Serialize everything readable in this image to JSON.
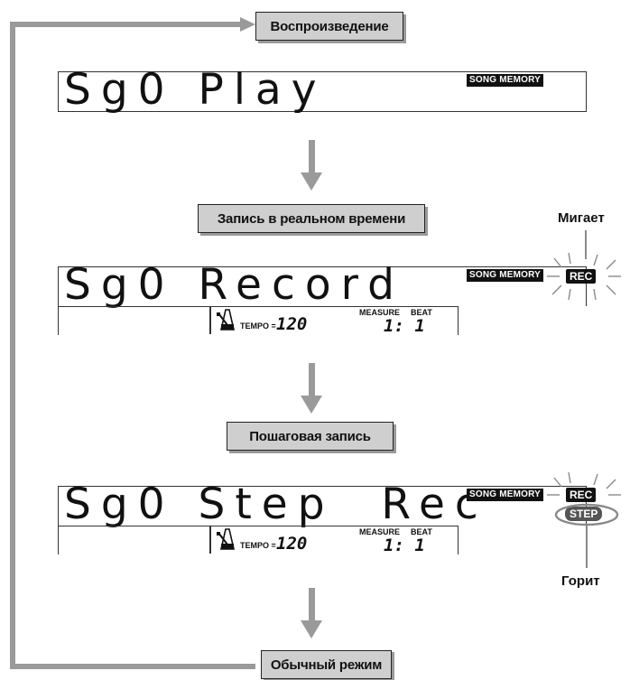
{
  "labels": {
    "playback": "Воспроизведение",
    "realtime": "Запись в реальном времени",
    "step": "Пошаговая запись",
    "normal": "Обычный режим",
    "blinks": "Мигает",
    "lit": "Горит"
  },
  "displays": {
    "play": {
      "main": "Sg0 Play",
      "song_memory": "SONG MEMORY"
    },
    "record": {
      "main": "Sg0 Record",
      "song_memory": "SONG MEMORY",
      "rec": "REC",
      "tempo_label": "TEMPO =",
      "tempo": "120",
      "measure_label": "MEASURE",
      "beat_label": "BEAT",
      "position": "1: 1"
    },
    "step_rec": {
      "main": "Sg0 Step  Rec",
      "song_memory": "SONG MEMORY",
      "rec": "REC",
      "step": "STEP",
      "tempo_label": "TEMPO =",
      "tempo": "120",
      "measure_label": "MEASURE",
      "beat_label": "BEAT",
      "position": "1: 1"
    }
  },
  "icons": [
    "metronome-icon",
    "down-arrow-icon",
    "loop-arrow-icon",
    "blink-rays-icon"
  ],
  "colors": {
    "arrow": "#9a9a9a",
    "box_fill": "#cfcfcf",
    "text": "#111111"
  }
}
